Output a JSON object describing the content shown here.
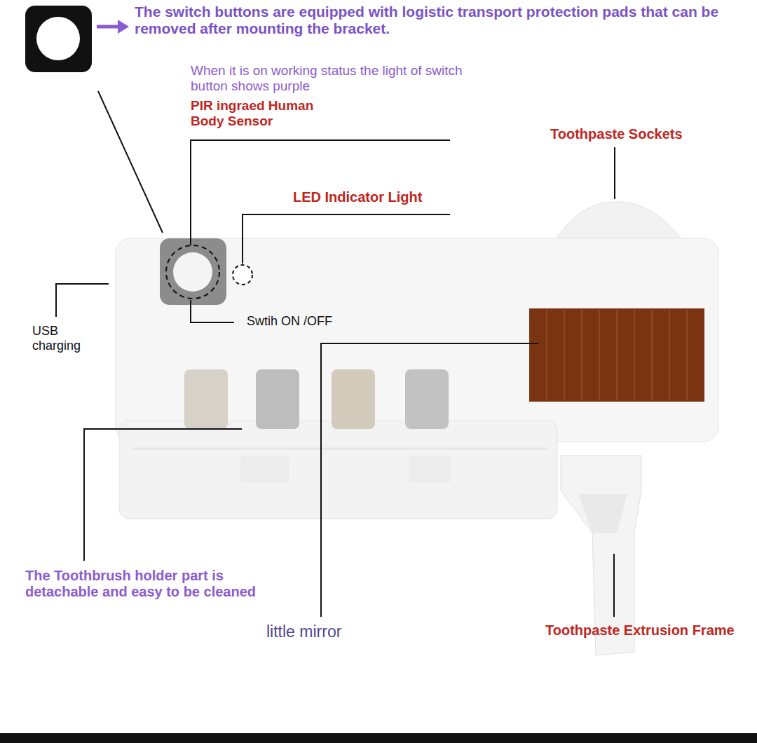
{
  "diagram": {
    "labels": [
      "The switch buttons are equipped with logistic transport protection pads that can be removed after mounting the bracket.",
      "When it is on working status the light of switch button shows purple",
      "PIR ingraed Human Body Sensor",
      "Toothpaste Sockets",
      "LED Indicator Light",
      "Swtih ON /OFF",
      "USB charging",
      "The Toothbrush holder part is detachable and easy to be cleaned",
      "little mirror",
      "Toothpaste Extrusion Frame"
    ]
  }
}
